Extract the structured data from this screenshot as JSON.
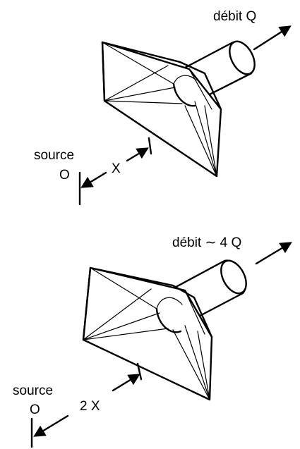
{
  "top": {
    "flow_label": "débit  Q",
    "source_label": "source",
    "origin_label": "O",
    "distance_label": "X"
  },
  "bottom": {
    "flow_label": "débit  ∼  4  Q",
    "source_label": "source",
    "origin_label": "O",
    "distance_label": "2  X"
  }
}
